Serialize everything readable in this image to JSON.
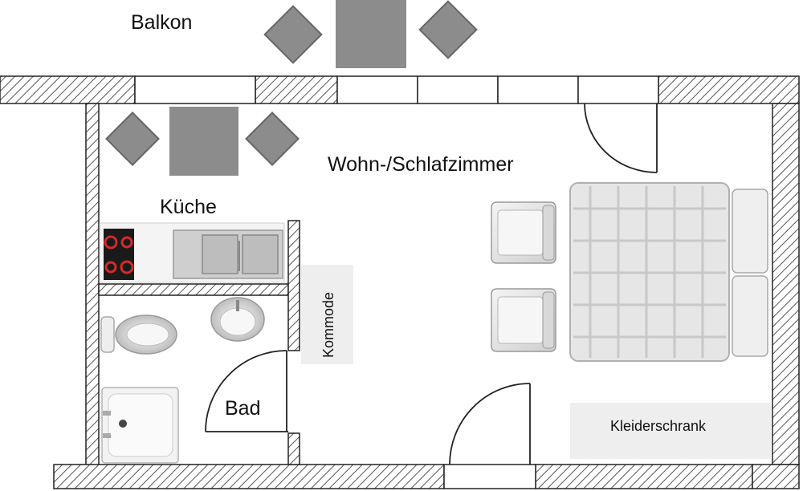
{
  "rooms": {
    "balcony": "Balkon",
    "living": "Wohn-/Schlafzimmer",
    "kitchen": "Küche",
    "bath": "Bad",
    "dresser": "Kommode",
    "wardrobe": "Kleiderschrank"
  },
  "colors": {
    "wall_stroke": "#222222",
    "hatch": "#555555",
    "furniture_dark": "#8c8c8c",
    "furniture_light": "#e6e6e6",
    "cabinet": "#eeeeee",
    "hob": "#1a1a1a",
    "burner": "#d42a2a"
  }
}
